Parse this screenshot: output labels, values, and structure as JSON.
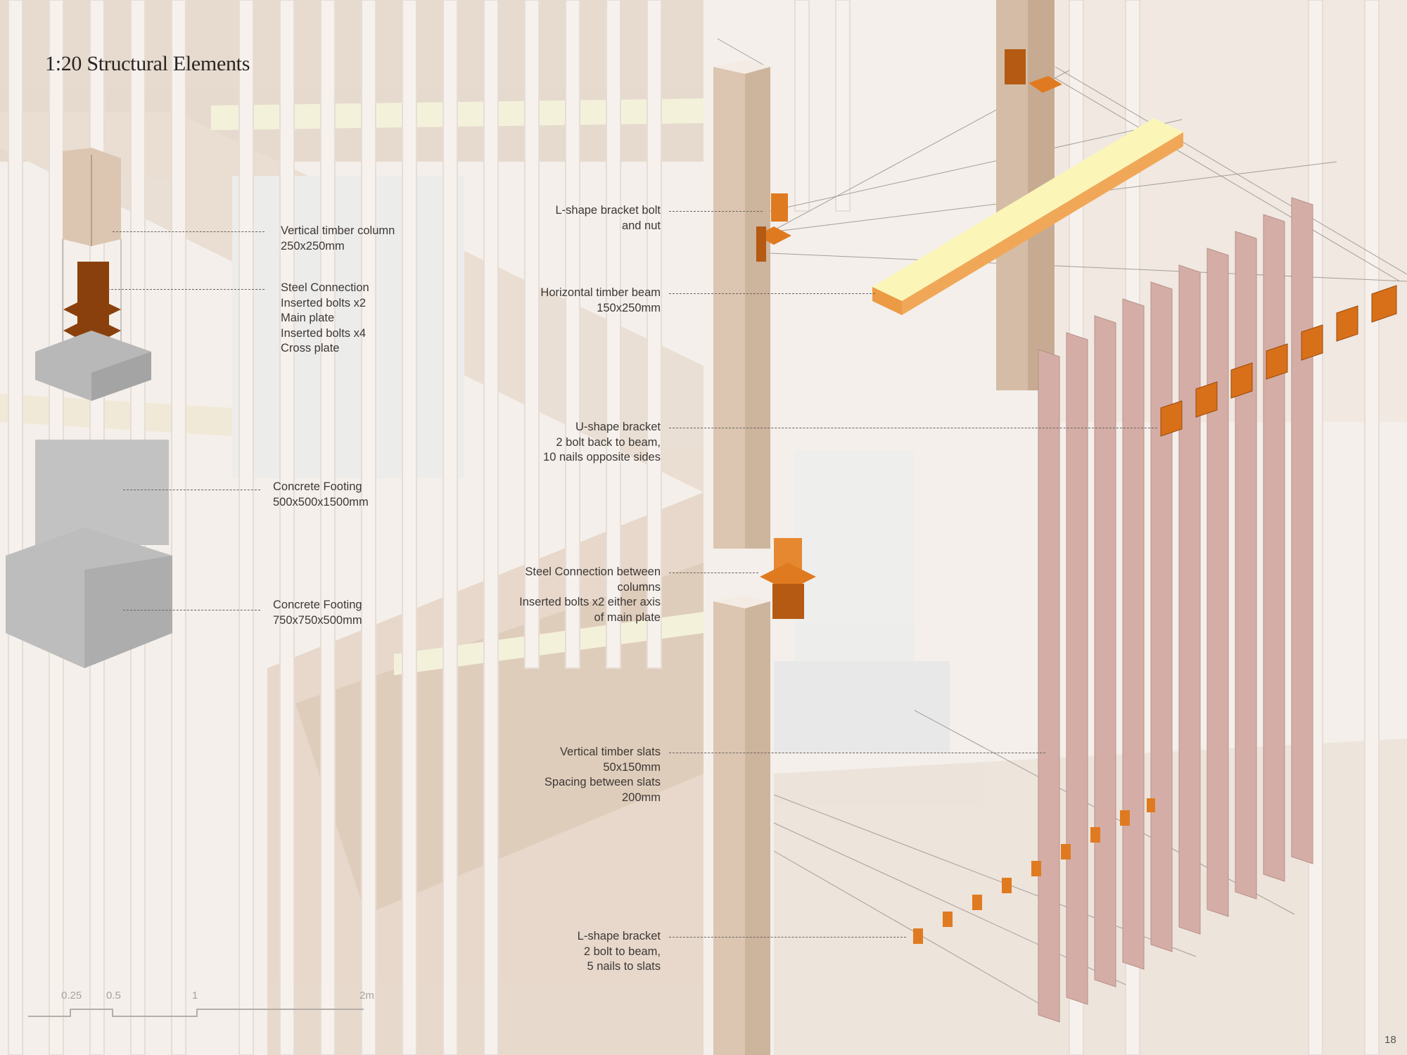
{
  "title": "1:20 Structural Elements",
  "left_labels": [
    {
      "lines": [
        "Vertical timber column",
        "250x250mm"
      ]
    },
    {
      "lines": [
        "Steel Connection",
        "Inserted bolts x2",
        "Main plate",
        "Inserted bolts x4",
        "Cross plate"
      ]
    },
    {
      "lines": [
        "Concrete Footing",
        "500x500x1500mm"
      ]
    },
    {
      "lines": [
        "Concrete Footing",
        "750x750x500mm"
      ]
    }
  ],
  "right_labels": [
    {
      "lines": [
        "L-shape bracket bolt",
        "and nut"
      ]
    },
    {
      "lines": [
        "Horizontal timber beam",
        "150x250mm"
      ]
    },
    {
      "lines": [
        "U-shape bracket",
        "2 bolt back to beam,",
        "10 nails opposite sides"
      ]
    },
    {
      "lines": [
        "Steel Connection between",
        "columns",
        "Inserted bolts x2 either axis",
        "of main plate"
      ]
    },
    {
      "lines": [
        "Vertical timber slats",
        "50x150mm",
        "Spacing between slats",
        "200mm"
      ]
    },
    {
      "lines": [
        "L-shape bracket",
        "2 bolt to beam,",
        "5 nails to slats"
      ]
    }
  ],
  "scale_bar": {
    "ticks": [
      "0.25",
      "0.5",
      "1",
      "2m"
    ]
  },
  "page_number": "18",
  "colors": {
    "timber": "#d9c3ae",
    "steel": "#e07a20",
    "beam": "#fbf6b8",
    "slats": "#d4aea6",
    "concrete": "#b9b9b9"
  }
}
